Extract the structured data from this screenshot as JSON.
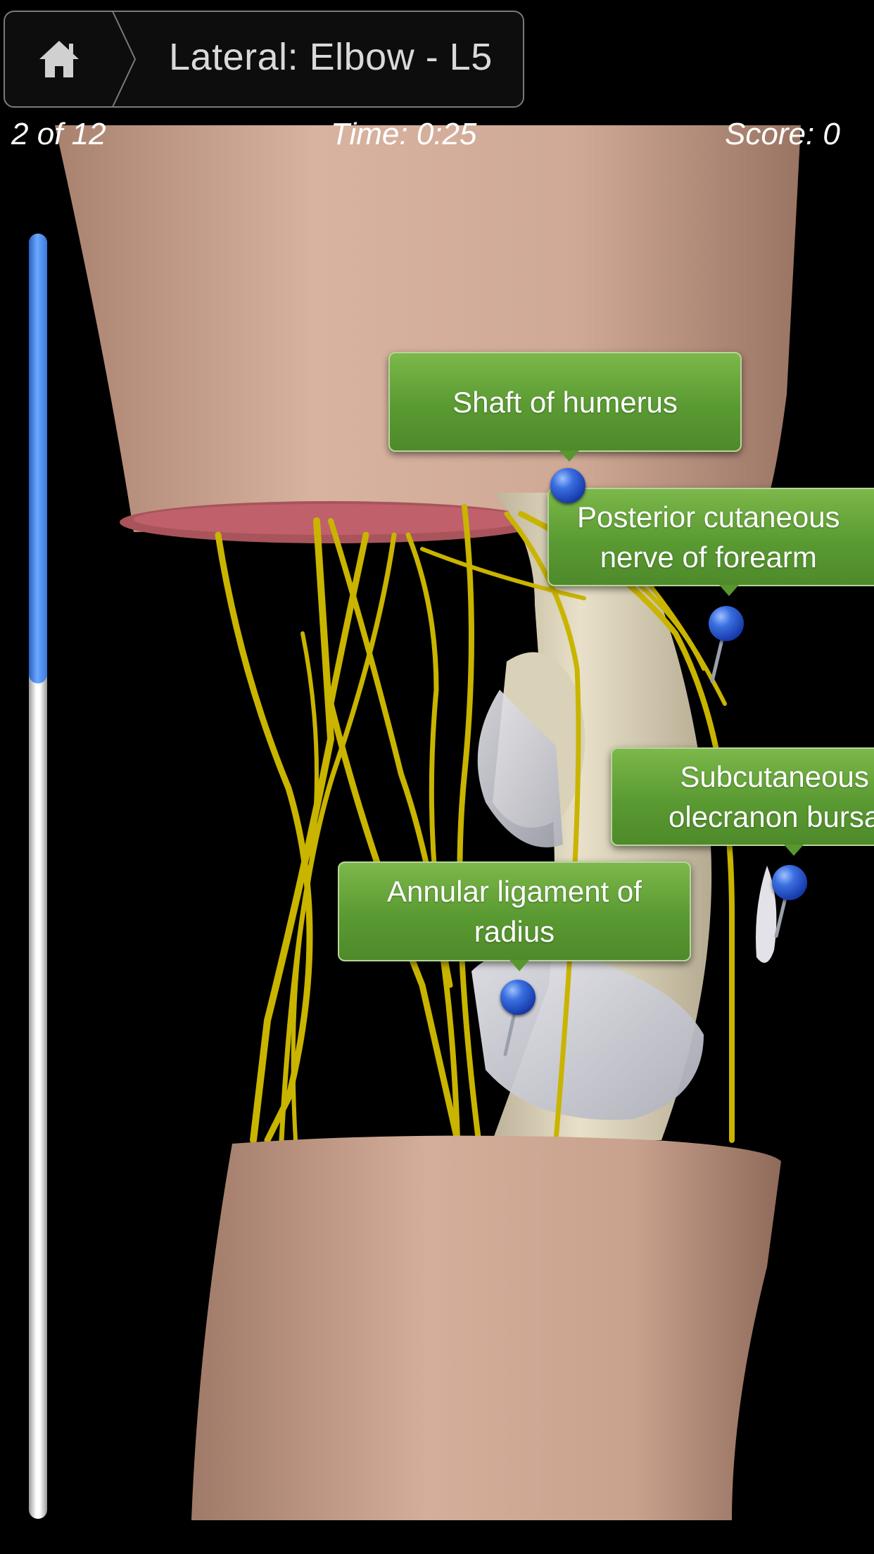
{
  "header": {
    "breadcrumb_title": "Lateral: Elbow - L5",
    "home_icon": "home-icon"
  },
  "stats": {
    "counter": "2 of 12",
    "time": "Time: 0:25",
    "score": "Score: 0"
  },
  "scroll": {
    "position_fraction": 0.0,
    "visible_fraction": 0.35
  },
  "labels": [
    {
      "text": "Shaft of humerus"
    },
    {
      "text": "Posterior cutaneous\nnerve of forearm"
    },
    {
      "text": "Subcutaneous\nolecranon bursa"
    },
    {
      "text": "Annular ligament of\nradius"
    }
  ],
  "colors": {
    "label_green": "#5a9a32",
    "pin_blue": "#2a55d0",
    "nerve_yellow": "#c9b400",
    "scroll_blue": "#3b78e0"
  }
}
